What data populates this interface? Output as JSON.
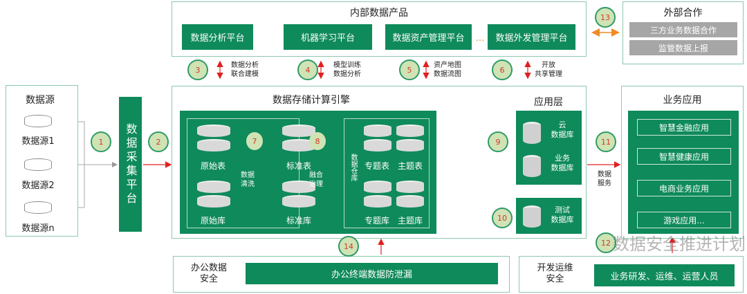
{
  "data_source": {
    "title": "数据源",
    "items": [
      "数据源1",
      "数据源2",
      "数据源n"
    ]
  },
  "collection_platform": "数据采集平台",
  "internal": {
    "title": "内部数据产品",
    "products": [
      "数据分析平台",
      "机器学习平台",
      "数据资产管理平台",
      "数据外发管理平台"
    ],
    "ellipsis": "…"
  },
  "external": {
    "title": "外部合作",
    "items": [
      "三方业务数据合作",
      "监管数据上报"
    ]
  },
  "links": [
    {
      "num": "3",
      "label": [
        "数据分析",
        "联合建模"
      ]
    },
    {
      "num": "4",
      "label": [
        "模型训练",
        "数据分析"
      ]
    },
    {
      "num": "5",
      "label": [
        "资产地图",
        "数据流图"
      ]
    },
    {
      "num": "6",
      "label": [
        "开放",
        "共享管理"
      ]
    }
  ],
  "engine": {
    "title": "数据存储计算引擎",
    "raw_table": "原始表",
    "raw_db": "原始库",
    "std_table": "标准表",
    "std_db": "标准库",
    "clean": [
      "数据",
      "清洗"
    ],
    "fuse": [
      "融合",
      "治理"
    ],
    "warehouse": "数据仓库",
    "topic_table": "专题表",
    "subject_table": "主题表",
    "topic_db": "专题库",
    "subject_db": "主题库"
  },
  "app_layer": {
    "title": "应用层",
    "cloud": [
      "云",
      "数据库"
    ],
    "business": [
      "业务",
      "数据库"
    ],
    "test": [
      "测试",
      "数据库"
    ]
  },
  "service": [
    "数据",
    "服务"
  ],
  "business_apps": {
    "title": "业务应用",
    "items": [
      "智慧金融应用",
      "智慧健康应用",
      "电商业务应用",
      "游戏应用..."
    ]
  },
  "office": {
    "label": [
      "办公数据",
      "安全"
    ],
    "bar": "办公终端数据防泄漏"
  },
  "devops": {
    "label": [
      "开发运维",
      "安全"
    ],
    "bar": "业务研发、运维、运营人员"
  },
  "circles": {
    "c1": "1",
    "c2": "2",
    "c7": "7",
    "c8": "8",
    "c9": "9",
    "c10": "10",
    "c11": "11",
    "c12": "12",
    "c13": "13",
    "c14": "14"
  },
  "watermark": "数据安全推进计划",
  "colors": {
    "green": "#0f8a5b",
    "circle": "#cfe3b4",
    "arrow": "#e02020"
  }
}
